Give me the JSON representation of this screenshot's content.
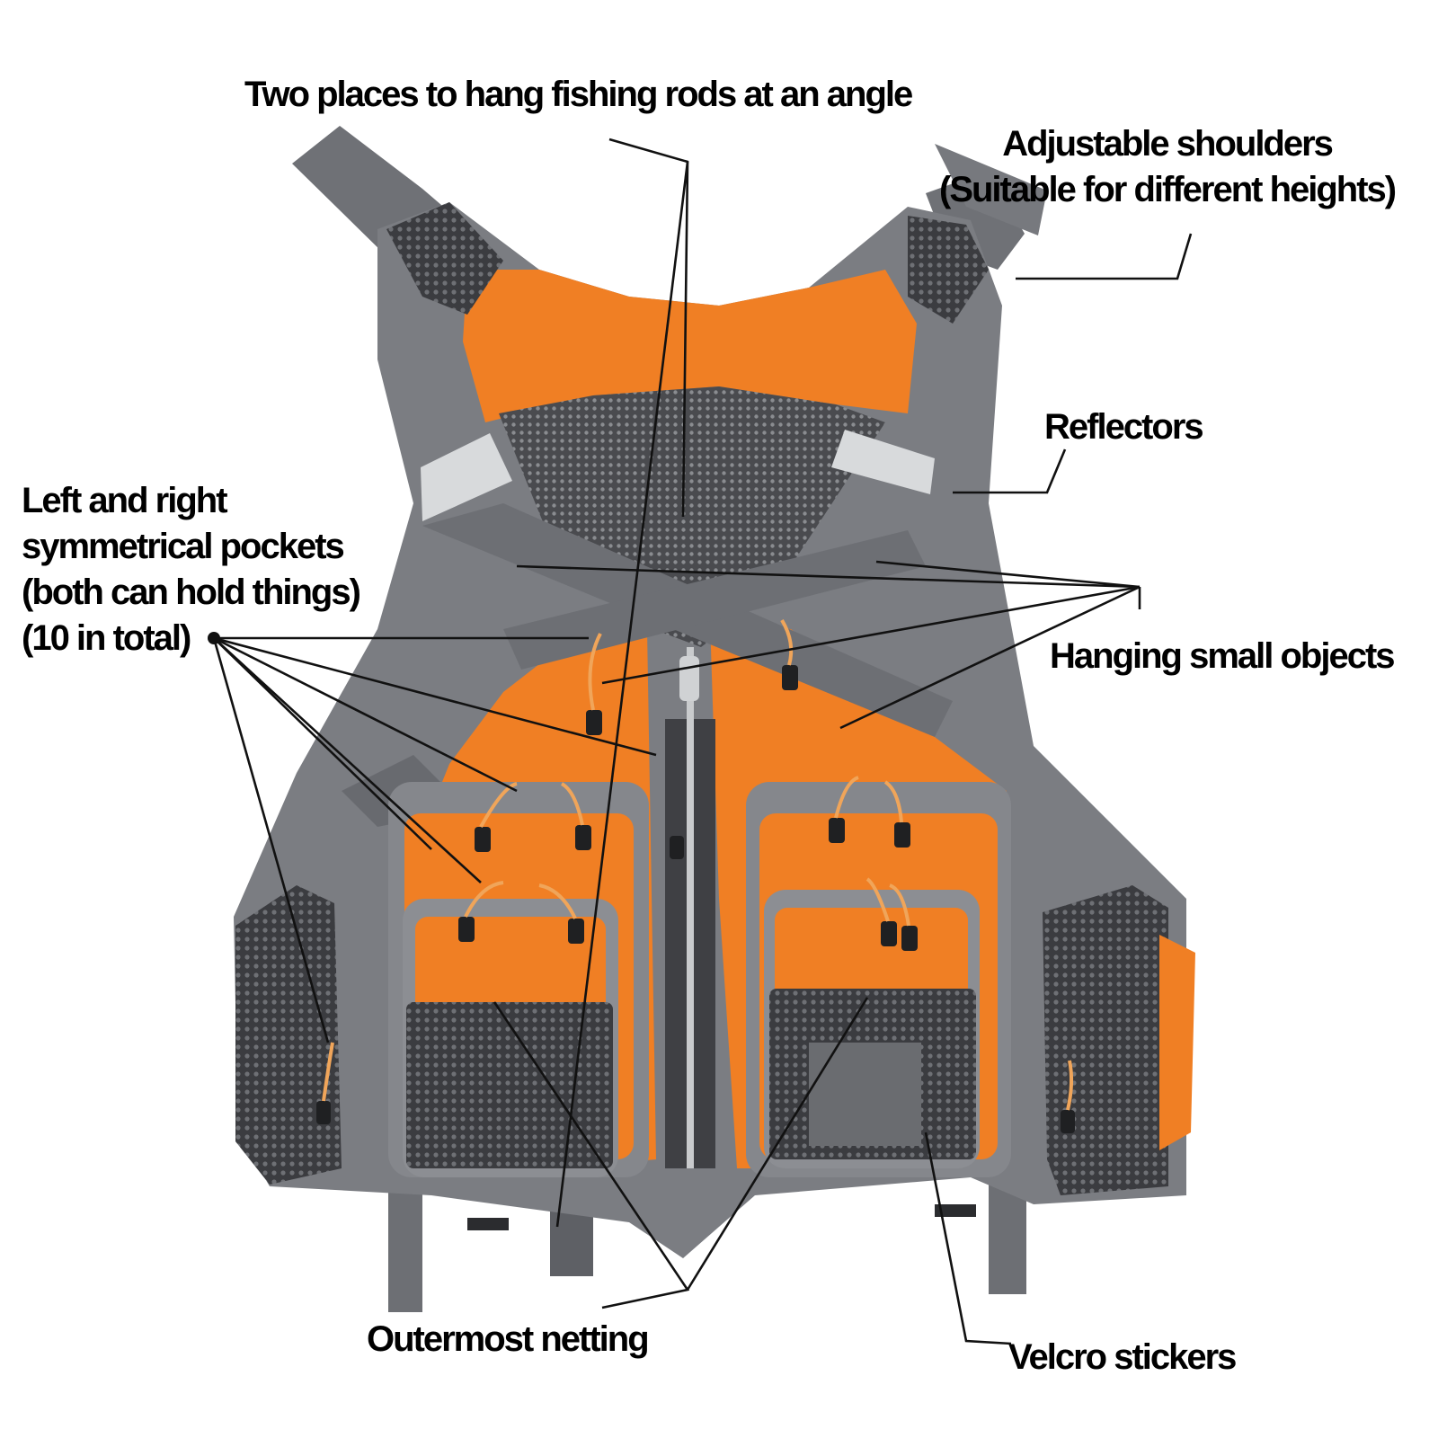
{
  "colors": {
    "vest_orange": "#f07f24",
    "vest_gray": "#7b7d82",
    "dark_gray": "#56585d",
    "mesh": "#4a4b4f",
    "strap": "#6d6f74",
    "reflector": "#d8dadc",
    "cord": "#f0a55a",
    "line": "#111111"
  },
  "labels": {
    "rods": "Two places to hang fishing rods at an angle",
    "shoulders": [
      "Adjustable shoulders",
      "(Suitable for different heights)"
    ],
    "reflectors": "Reflectors",
    "pockets": [
      "Left and right",
      "symmetrical pockets",
      "(both can hold things)",
      "(10 in total)"
    ],
    "hanging": "Hanging small objects",
    "netting": "Outermost netting",
    "velcro": "Velcro stickers"
  }
}
